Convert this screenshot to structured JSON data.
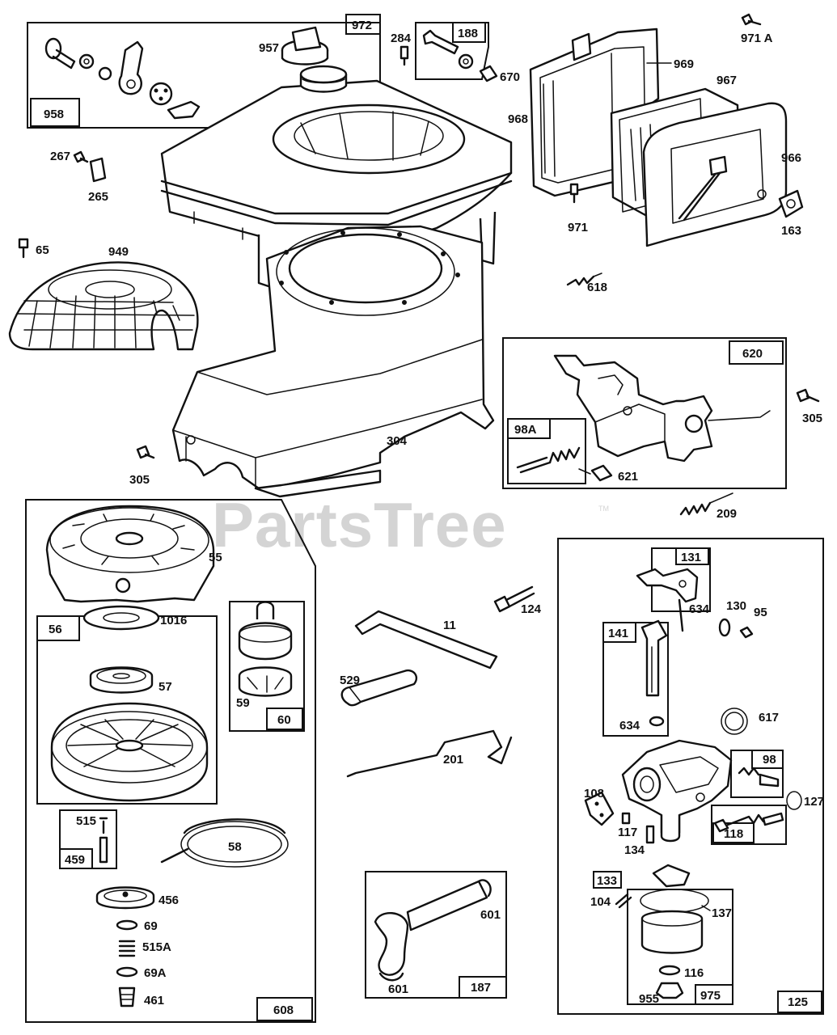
{
  "watermark": {
    "text": "PartsTree",
    "tm": "TM"
  },
  "boxes": {
    "b972": "972",
    "b958": "958",
    "b188": "188",
    "b620": "620",
    "b98A": "98A",
    "b608": "608",
    "b56": "56",
    "b60": "60",
    "b459": "459",
    "b125": "125",
    "b131": "131",
    "b141": "141",
    "b98": "98",
    "b118": "118",
    "b133": "133",
    "b975": "975",
    "b187": "187"
  },
  "labels": {
    "p957": "957",
    "p284": "284",
    "p670": "670",
    "p971A": "971 A",
    "p969": "969",
    "p967": "967",
    "p968": "968",
    "p966": "966",
    "p163": "163",
    "p971": "971",
    "p267": "267",
    "p265": "265",
    "p65": "65",
    "p949": "949",
    "p618": "618",
    "p305a": "305",
    "p305b": "305",
    "p304": "304",
    "p621": "621",
    "p209": "209",
    "p55": "55",
    "p1016": "1016",
    "p57": "57",
    "p59": "59",
    "p515": "515",
    "p58": "58",
    "p456": "456",
    "p69": "69",
    "p515A": "515A",
    "p69A": "69A",
    "p461": "461",
    "p124": "124",
    "p11": "11",
    "p529": "529",
    "p201": "201",
    "p601a": "601",
    "p601b": "601",
    "p634a": "634",
    "p130": "130",
    "p95": "95",
    "p634b": "634",
    "p617": "617",
    "p108": "108",
    "p127": "127",
    "p117": "117",
    "p134": "134",
    "p104": "104",
    "p137": "137",
    "p116": "116",
    "p955": "955"
  }
}
